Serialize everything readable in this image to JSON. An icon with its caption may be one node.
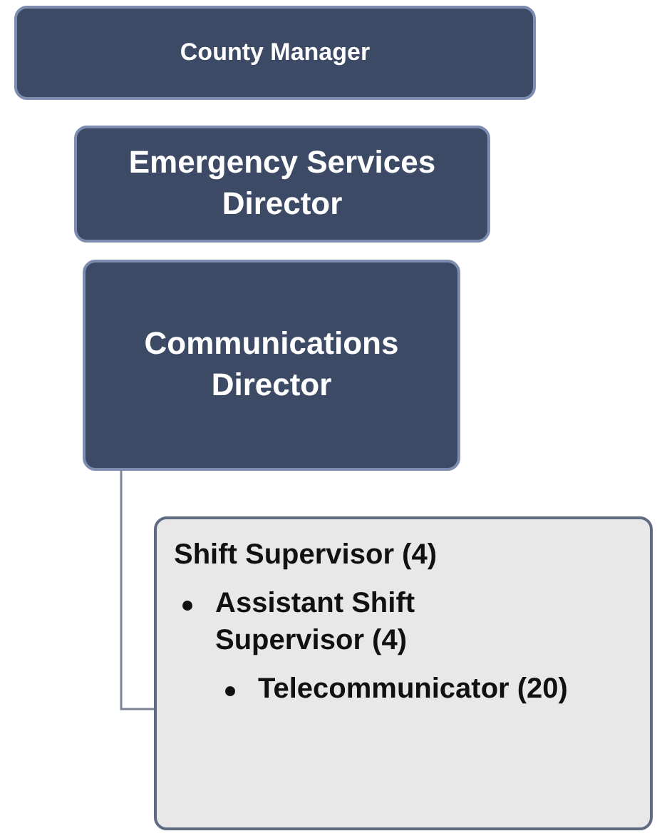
{
  "diagram": {
    "nodes": [
      {
        "text": [
          "County Manager"
        ]
      },
      {
        "text": [
          "Emergency Services Director"
        ]
      },
      {
        "text": [
          "Communications Director"
        ]
      },
      {
        "text": [
          "Shift Supervisor (4)",
          "Assistant Shift Supervisor (4)",
          "Telecommunicator (20)"
        ]
      }
    ],
    "edges": [
      {
        "from": 2,
        "to": 3,
        "arrow": "none"
      }
    ]
  }
}
